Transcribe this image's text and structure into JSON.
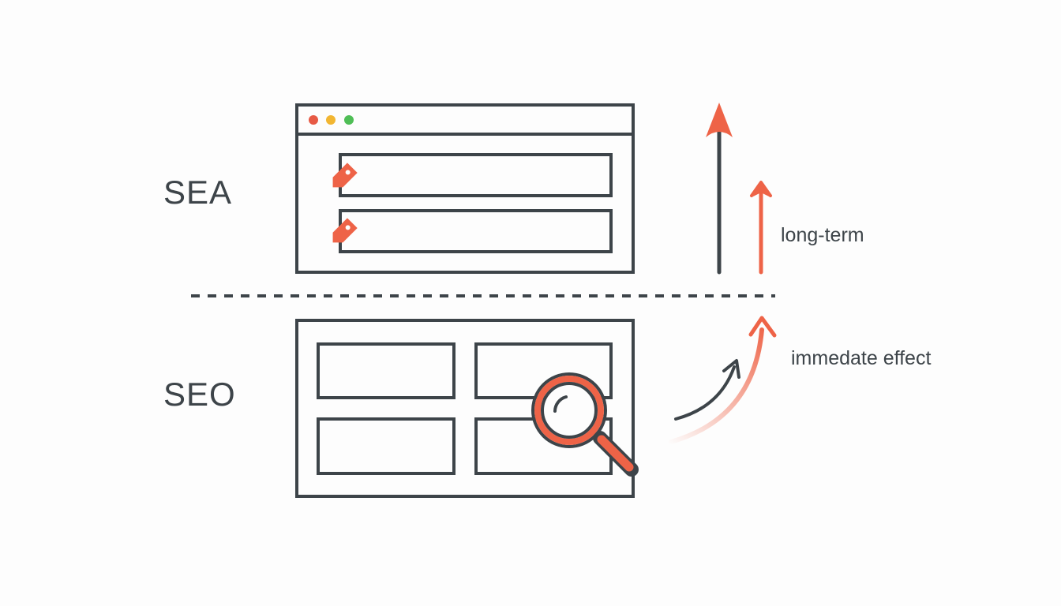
{
  "sections": {
    "sea": {
      "label": "SEA"
    },
    "seo": {
      "label": "SEO"
    }
  },
  "annotations": {
    "long_term": "long-term",
    "immediate_effect": "immedate effect"
  },
  "colors": {
    "stroke": "#3d4449",
    "accent": "#ee6347",
    "dot_red": "#e75a45",
    "dot_yellow": "#f2b632",
    "dot_green": "#4fbe56",
    "background": "#fdfdfd"
  },
  "icons": {
    "sea_tags": [
      "price-tag-icon",
      "price-tag-icon"
    ],
    "seo_search": "magnifier-icon"
  }
}
